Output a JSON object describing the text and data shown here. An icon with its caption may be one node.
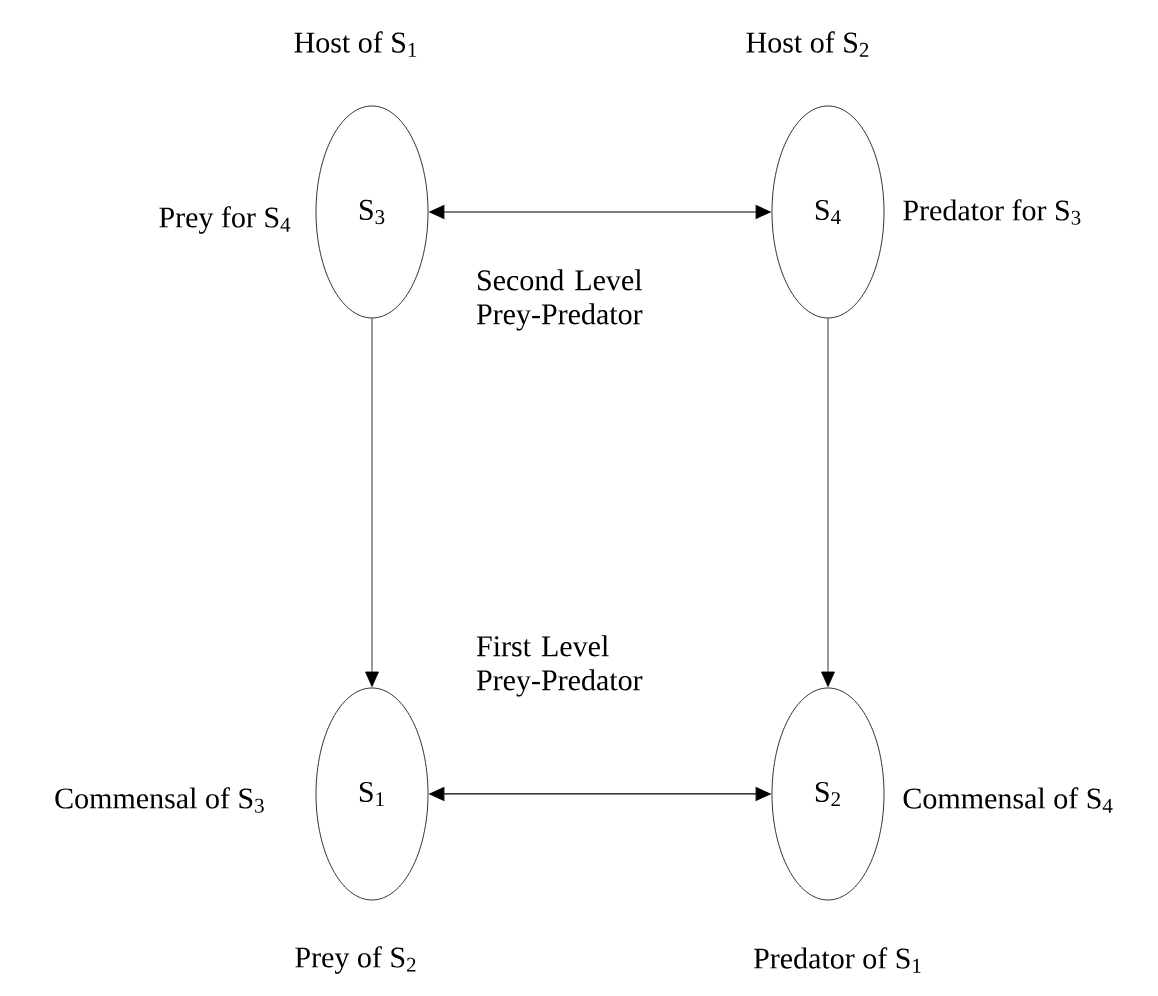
{
  "diagram": {
    "nodes": [
      {
        "text": [
          "S$_{3}$"
        ],
        "beside": [
          "Host of S$_{1}$",
          "Prey for S$_{4}$"
        ]
      },
      {
        "text": [
          "S$_{4}$"
        ],
        "beside": [
          "Host of S$_{2}$",
          "Predator for S$_{3}$"
        ]
      },
      {
        "text": [
          "S$_{1}$"
        ],
        "beside": [
          "Commensal of S$_{3}$",
          "Prey of S$_{2}$"
        ]
      },
      {
        "text": [
          "S$_{2}$"
        ],
        "beside": [
          "Commensal of S$_{4}$",
          "Predator of S$_{1}$"
        ]
      }
    ],
    "edges": [
      {
        "from": 0,
        "to": 1,
        "arrow": "both",
        "label": "Second Level Prey-Predator"
      },
      {
        "from": 0,
        "to": 2,
        "arrow": "to"
      },
      {
        "from": 1,
        "to": 3,
        "arrow": "to"
      },
      {
        "from": 2,
        "to": 3,
        "arrow": "both",
        "label": "First Level Prey-Predator"
      }
    ]
  }
}
